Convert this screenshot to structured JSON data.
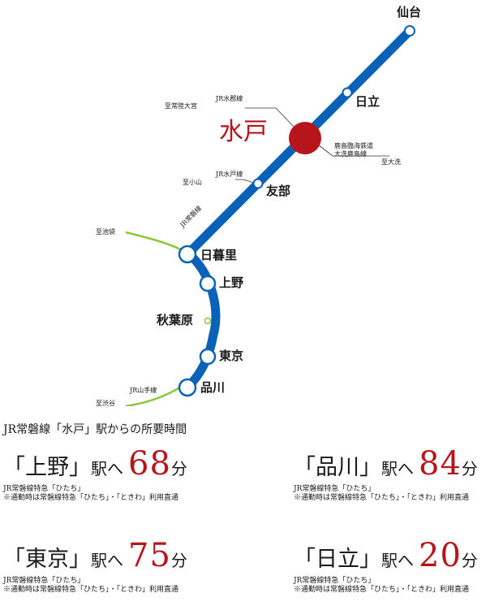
{
  "map": {
    "stations": {
      "sendai": "仙台",
      "hitachi": "日立",
      "mito": "水戸",
      "tomobe": "友部",
      "nippori": "日暮里",
      "ueno": "上野",
      "akihabara": "秋葉原",
      "tokyo": "東京",
      "shinagawa": "品川"
    },
    "lines": {
      "joban": "JR常磐線",
      "suigun": "JR水郡線",
      "mito_line": "JR水戸線",
      "kashima": "鹿島臨海鉄道",
      "oarai_kashima": "大洗鹿島線",
      "yamanote": "JR山手線"
    },
    "destinations": {
      "hitachi_omiya": "至常陸大宮",
      "oarai": "至大洗",
      "oyama": "至小山",
      "ikebukuro": "至池袋",
      "shibuya": "至渋谷"
    },
    "colors": {
      "joban": "#0a62b8",
      "yamanote": "#8cc63f",
      "mito_marker": "#b8141b"
    }
  },
  "heading": "JR常磐線「水戸」駅からの所要時間",
  "times": [
    {
      "station": "「上野」",
      "suffix": "駅へ",
      "minutes": "68",
      "unit": "分",
      "note1": "JR常磐線特急「ひたち」",
      "note2": "※通勤時は常磐線特急「ひたち」・「ときわ」利用直通"
    },
    {
      "station": "「品川」",
      "suffix": "駅へ",
      "minutes": "84",
      "unit": "分",
      "note1": "JR常磐線特急「ひたち」",
      "note2": "※通勤時は常磐線特急「ひたち」・「ときわ」利用直通"
    },
    {
      "station": "「東京」",
      "suffix": "駅へ",
      "minutes": "75",
      "unit": "分",
      "note1": "JR常磐線特急「ひたち」",
      "note2": "※通勤時は常磐線特急「ひたち」・「ときわ」利用直通"
    },
    {
      "station": "「日立」",
      "suffix": "駅へ",
      "minutes": "20",
      "unit": "分",
      "note1": "JR常磐線特急「ひたち」",
      "note2": "※通勤時は常磐線特急「ひたち」・「ときわ」利用直通"
    }
  ]
}
